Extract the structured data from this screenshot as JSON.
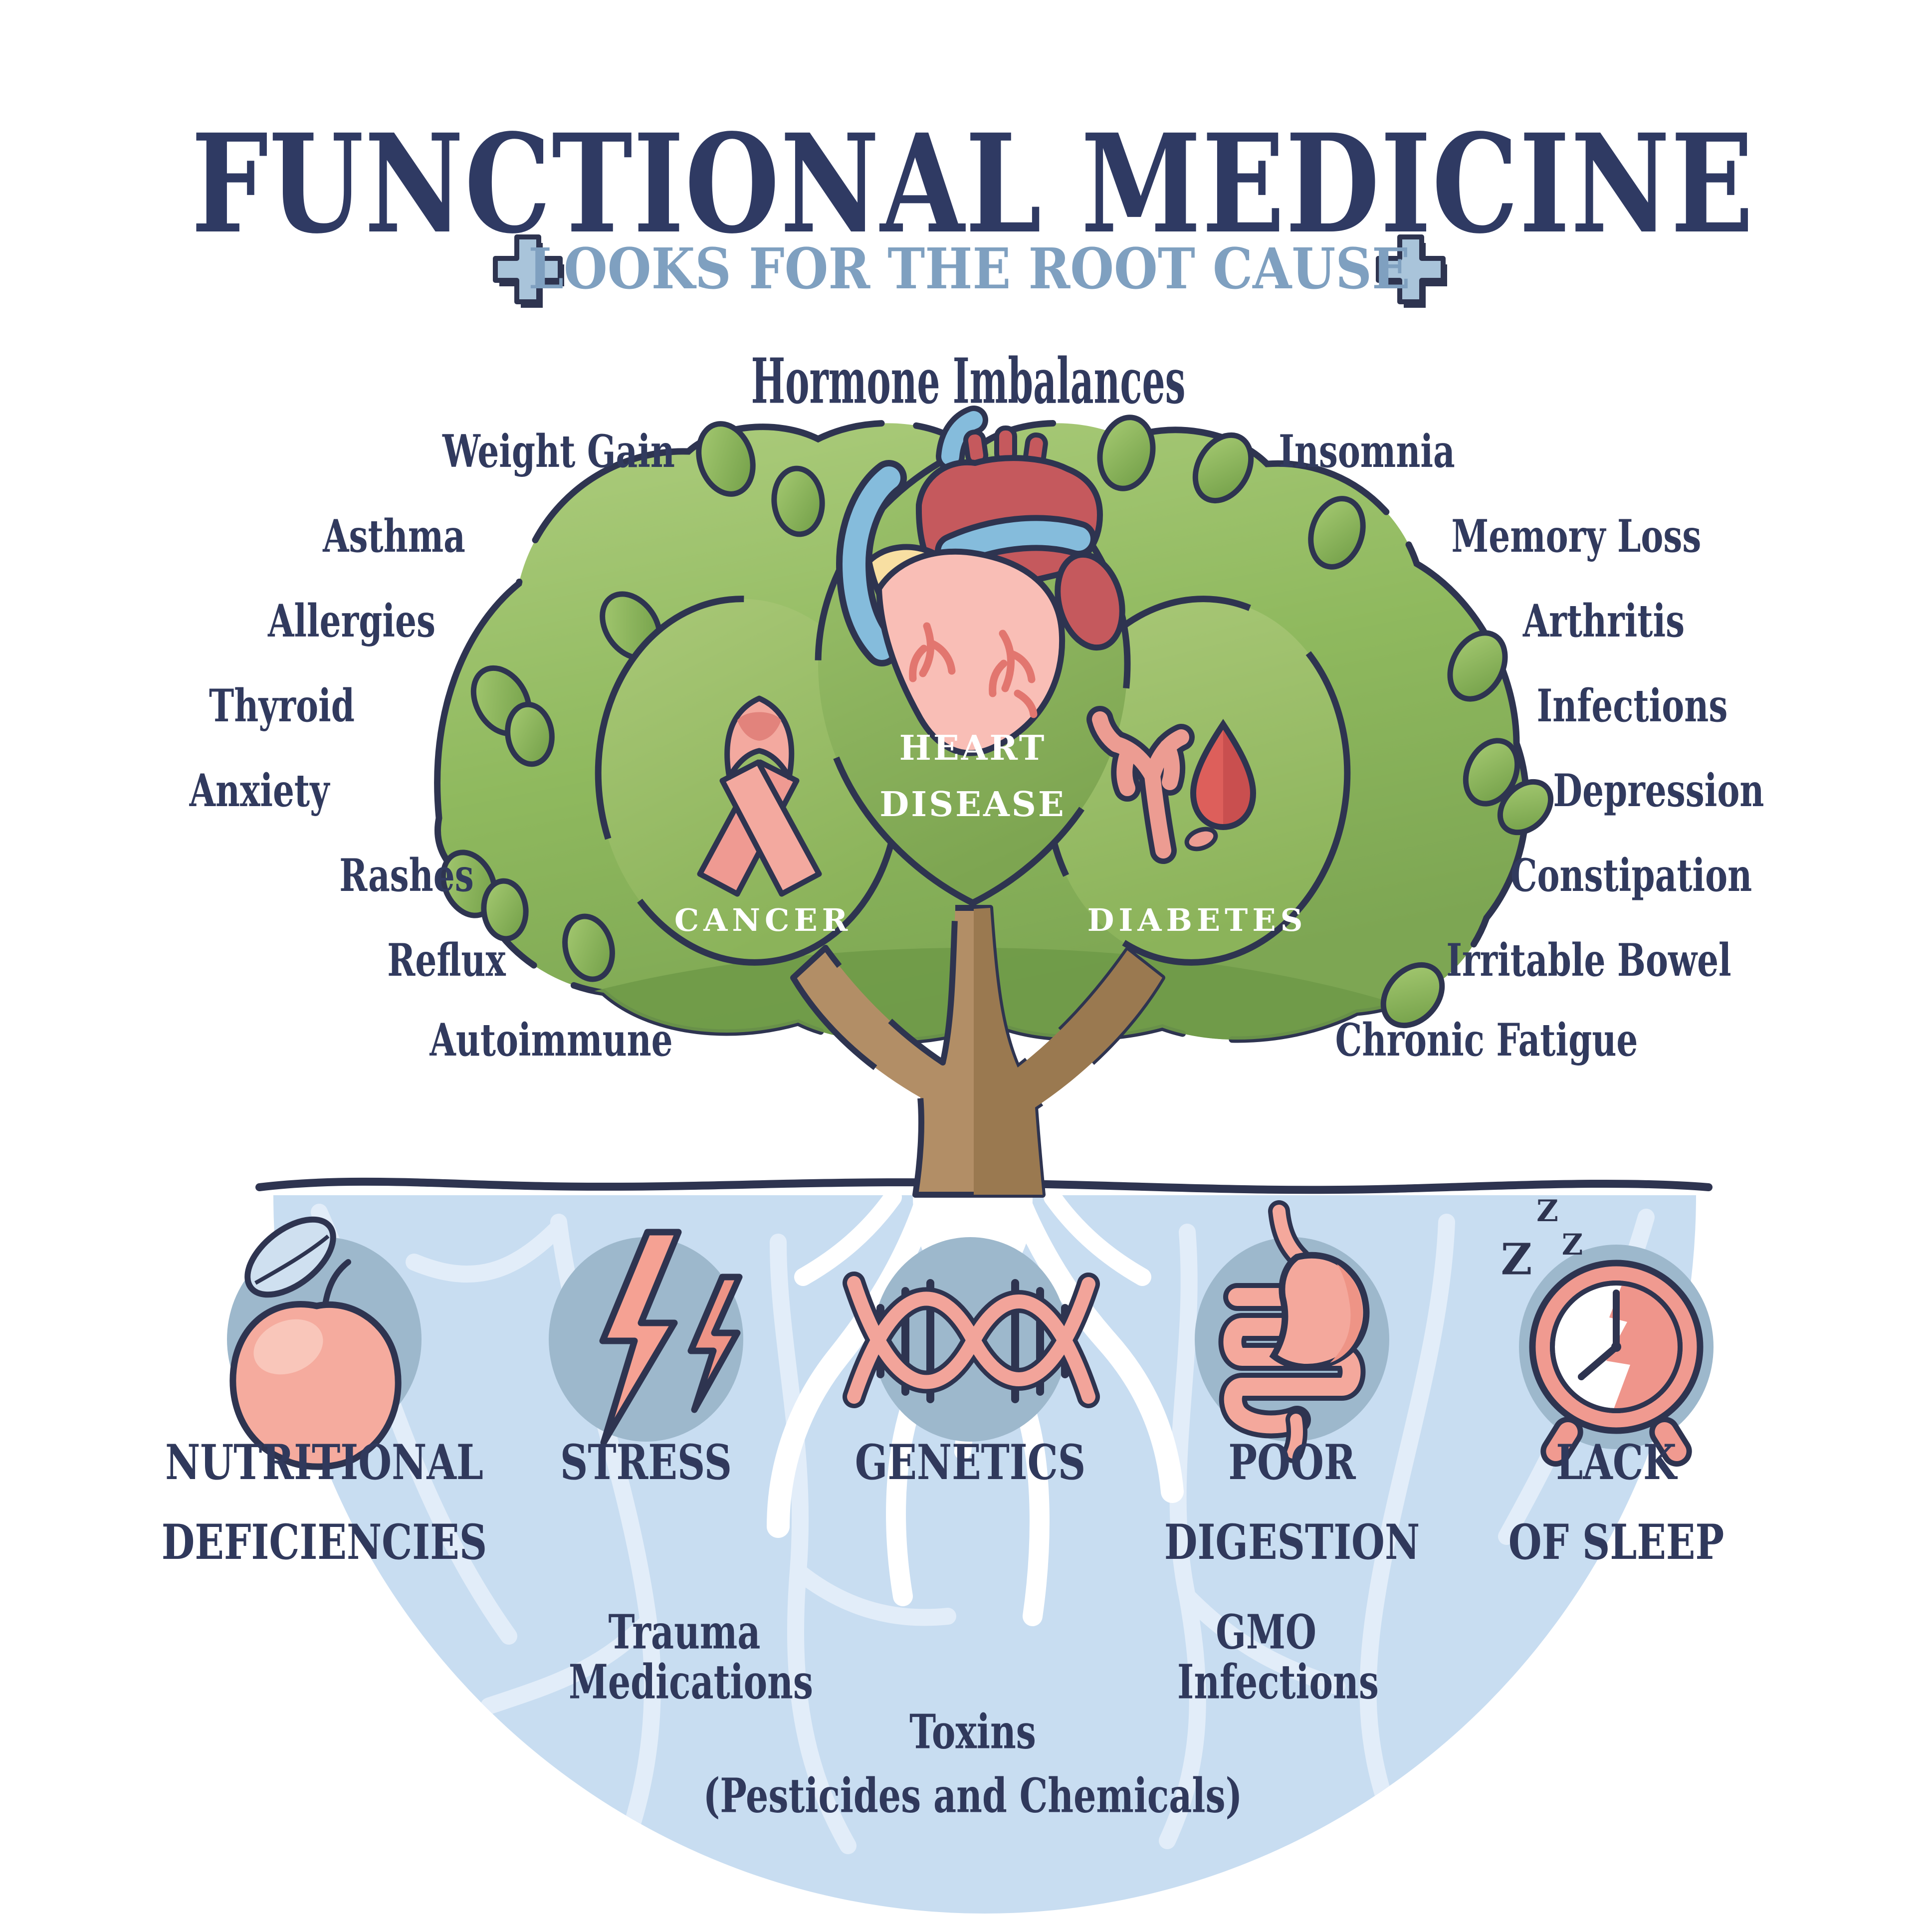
{
  "header": {
    "title": "FUNCTIONAL MEDICINE",
    "subtitle": "LOOKS FOR THE ROOT CAUSE"
  },
  "tree": {
    "top_symptom": "Hormone Imbalances",
    "left_symptoms": [
      "Weight Gain",
      "Asthma",
      "Allergies",
      "Thyroid",
      "Anxiety",
      "Rashes",
      "Reflux",
      "Autoimmune"
    ],
    "right_symptoms": [
      "Insomnia",
      "Memory Loss",
      "Arthritis",
      "Infections",
      "Depression",
      "Constipation",
      "Irritable Bowel",
      "Chronic Fatigue"
    ],
    "diseases": {
      "cancer": "CANCER",
      "heart_line1": "HEART",
      "heart_line2": "DISEASE",
      "diabetes": "DIABETES"
    }
  },
  "root_causes": [
    {
      "line1": "NUTRITIONAL",
      "line2": "DEFICIENCIES",
      "icon": "apple-icon"
    },
    {
      "line1": "STRESS",
      "line2": "",
      "icon": "lightning-icon"
    },
    {
      "line1": "GENETICS",
      "line2": "",
      "icon": "dna-icon"
    },
    {
      "line1": "POOR",
      "line2": "DIGESTION",
      "icon": "digestion-icon"
    },
    {
      "line1": "LACK",
      "line2": "OF SLEEP",
      "icon": "alarm-clock-icon"
    }
  ],
  "underground_factors": {
    "trauma": "Trauma",
    "medications": "Medications",
    "gmo": "GMO",
    "infections": "Infections",
    "toxins": "Toxins",
    "toxins_detail": "(Pesticides and Chemicals)"
  },
  "icons": {
    "zzz": [
      "Z",
      "Z",
      "Z"
    ]
  },
  "colors": {
    "navy": "#2e3450",
    "text_navy": "#313a5e",
    "steel_blue": "#7fa0c0",
    "cross_blue": "#a9c4da",
    "canopy_light": "#abcd7e",
    "canopy_mid": "#8fb95e",
    "canopy_dark": "#6f9a48",
    "trunk_light": "#b28e66",
    "trunk_dark": "#9a7950",
    "ground_blue": "#c8ddf1",
    "circle_blue": "#9db8cc",
    "salmon": "#f2a79c",
    "red": "#d9605c",
    "heart_pink": "#f9beb6",
    "vessel_blue": "#85bcdc",
    "cream": "#f8dfa2",
    "white": "#ffffff"
  }
}
